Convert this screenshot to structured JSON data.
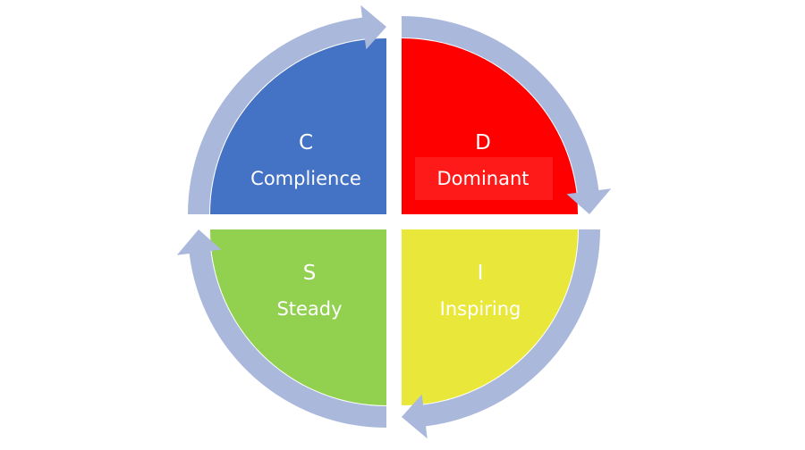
{
  "colors": {
    "ring": "#aab8dc",
    "highlight": "#ff1a1a"
  },
  "quadrants": [
    {
      "id": "c",
      "letter": "C",
      "label": "Complience",
      "color": "#4472c4"
    },
    {
      "id": "d",
      "letter": "D",
      "label": "Dominant",
      "color": "#ff0000"
    },
    {
      "id": "i",
      "letter": "I",
      "label": "Inspiring",
      "color": "#e9e83a"
    },
    {
      "id": "s",
      "letter": "S",
      "label": "Steady",
      "color": "#92d050"
    }
  ]
}
